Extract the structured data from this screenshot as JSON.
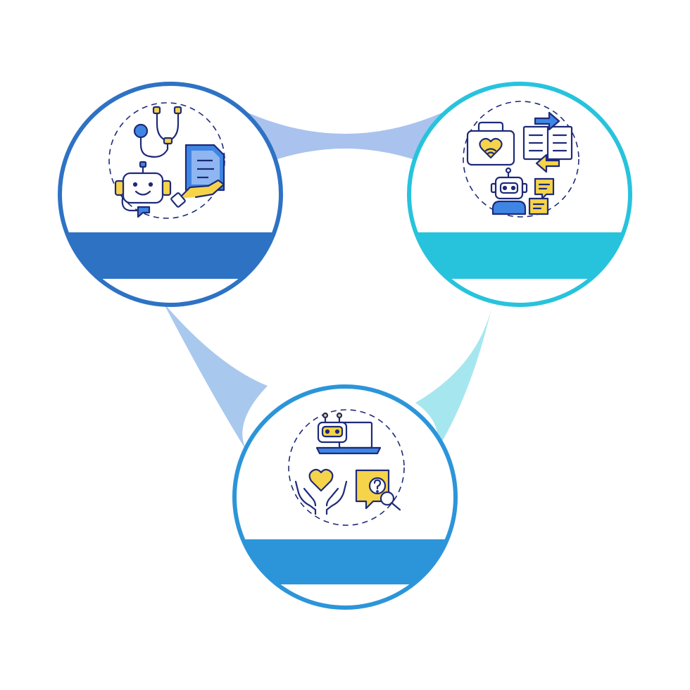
{
  "colors": {
    "background": "#ffffff",
    "connector_left": "#a9c8ee",
    "connector_right": "#a6e7ef",
    "connector_top": "#a9c3ee",
    "node_1": "#2e72c4",
    "node_2": "#27c3dd",
    "node_3": "#2c95d9",
    "icon_line": "#1e2a78",
    "icon_yellow": "#f6d44a",
    "icon_blue": "#3f86e4"
  },
  "nodes": [
    {
      "id": "node-1",
      "icons": [
        "stethoscope-icon",
        "document-icon",
        "hand-icon",
        "chatbot-icon"
      ],
      "title": "",
      "description": ""
    },
    {
      "id": "node-2",
      "icons": [
        "medical-case-icon",
        "translation-arrows-icon",
        "robot-icon",
        "chat-bubbles-icon"
      ],
      "title": "",
      "description": ""
    },
    {
      "id": "node-3",
      "icons": [
        "robot-laptop-icon",
        "caring-hands-heart-icon",
        "search-question-icon"
      ],
      "title": "",
      "description": ""
    }
  ]
}
